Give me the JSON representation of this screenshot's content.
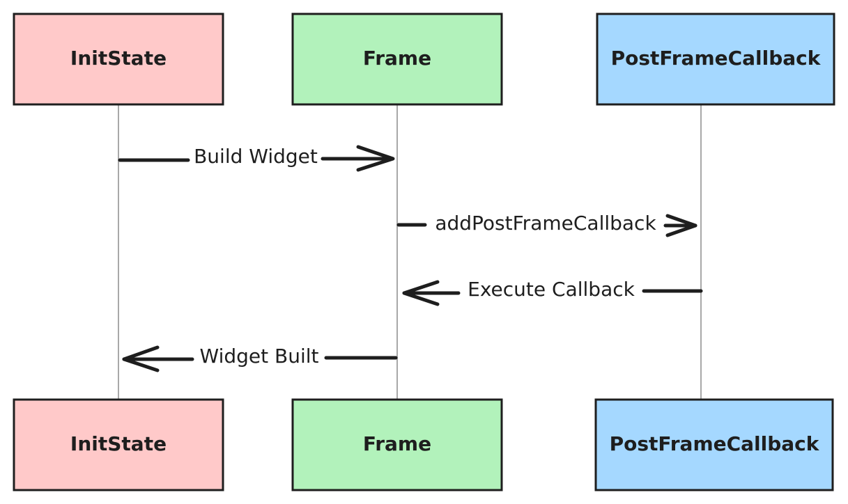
{
  "actors": [
    {
      "id": "initstate",
      "label": "InitState",
      "fill": "#ffc9c9"
    },
    {
      "id": "frame",
      "label": "Frame",
      "fill": "#b2f2bb"
    },
    {
      "id": "postframecallback",
      "label": "PostFrameCallback",
      "fill": "#a5d8ff"
    }
  ],
  "messages": [
    {
      "from": "initstate",
      "to": "frame",
      "label": "Build Widget"
    },
    {
      "from": "frame",
      "to": "postframecallback",
      "label": "addPostFrameCallback"
    },
    {
      "from": "postframecallback",
      "to": "frame",
      "label": "Execute Callback"
    },
    {
      "from": "frame",
      "to": "initstate",
      "label": "Widget Built"
    }
  ],
  "colors": {
    "stroke": "#1e1e1e",
    "lifeline": "#a8a8a8",
    "background": "#ffffff"
  }
}
